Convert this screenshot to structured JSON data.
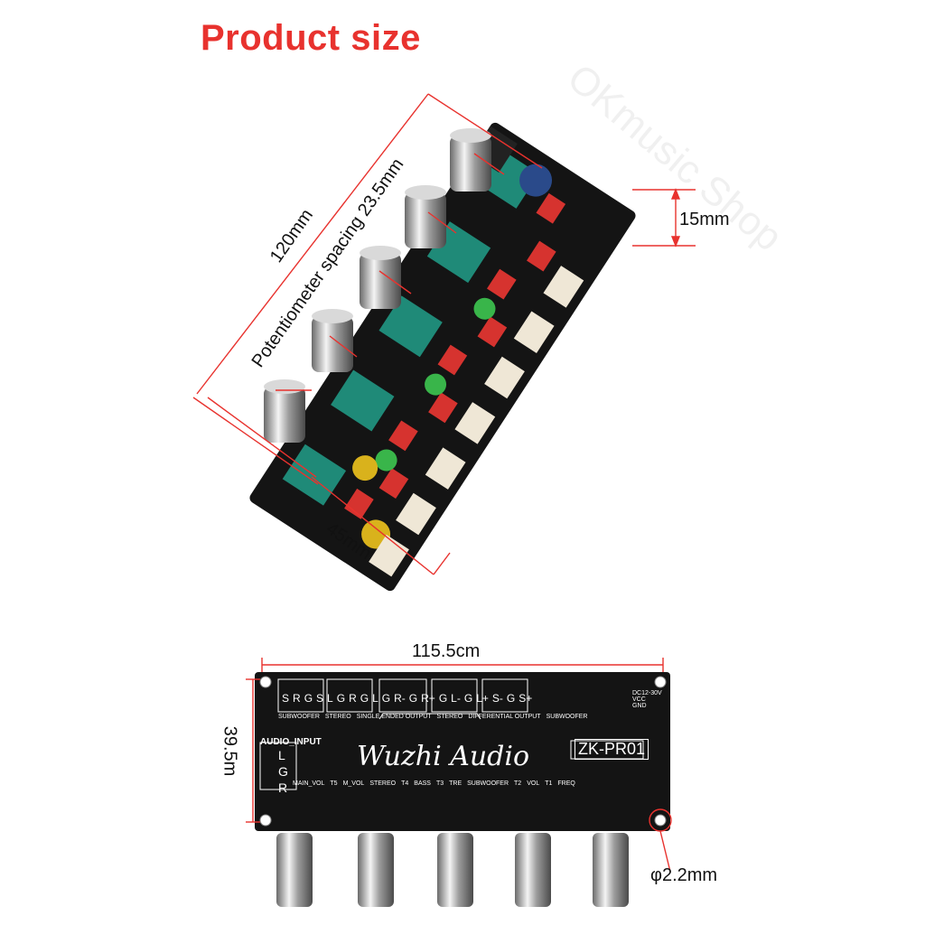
{
  "title": "Product size",
  "watermark": "OKmusic Shop",
  "top_view": {
    "length_label": "120mm",
    "spacing_label": "Potentiometer spacing 23.5mm",
    "height_label": "15mm",
    "width_label": "45mm"
  },
  "back_view": {
    "length_label": "115.5cm",
    "width_label": "39.5m",
    "hole_label": "φ2.2mm",
    "brand_text": "Wuzhi Audio",
    "model_text": "ZK-PR01",
    "audio_input_label": "AUDIO_INPUT",
    "input_pins": [
      "L",
      "G",
      "R"
    ],
    "header_pins": [
      "S",
      "R",
      "G",
      "S",
      "L",
      "G",
      "R",
      "G",
      "L",
      "G",
      "R-",
      "G",
      "R+",
      "G",
      "L-",
      "G",
      "L+",
      "S-",
      "G",
      "S+"
    ],
    "output_labels": {
      "subwoofer": "SUBWOOFER",
      "stereo": "STEREO",
      "single_ended": "SINGLE ENDED OUTPUT",
      "stereo2": "STEREO",
      "differential": "DIFFERENTIAL OUTPUT",
      "subwoofer2": "SUBWOOFER"
    },
    "power_label": "DC12-30V",
    "power_pins": [
      "VCC",
      "GND"
    ],
    "bottom_labels": {
      "main_vol": "MAIN_VOL",
      "t5": "T5",
      "m_vol": "M_VOL",
      "stereo": "STEREO",
      "t4": "T4",
      "bass": "BASS",
      "t3": "T3",
      "tre": "TRE",
      "subwoofer": "SUBWOOFER",
      "t2": "T2",
      "vol": "VOL",
      "t1": "T1",
      "freq": "FREQ"
    }
  },
  "colors": {
    "title": "#e8322e",
    "pcb": "#141414",
    "pot": "#1f8a78",
    "resistor": "#d6332f",
    "connector": "#efe7d6",
    "dimension_line": "#e8322e",
    "capacitor_green": "#39b54a",
    "capacitor_yellow": "#d9b21c"
  }
}
